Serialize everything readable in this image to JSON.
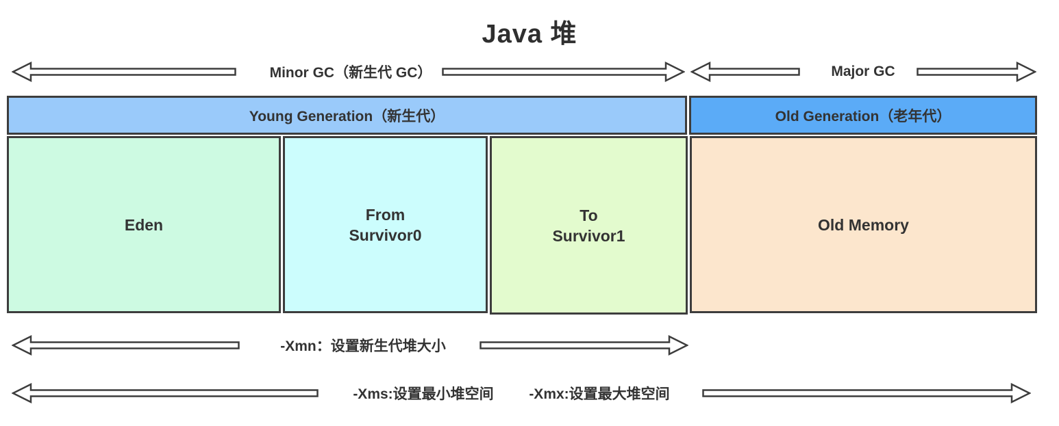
{
  "title": "Java 堆",
  "colors": {
    "border": "#3d3d3d",
    "text": "#333333",
    "young_header": "#9acafa",
    "old_header": "#5babf7",
    "eden": "#cdfae2",
    "from_survivor": "#ccfdfd",
    "to_survivor": "#e3fbce",
    "old_memory": "#fce6cd",
    "arrow_fill": "#ffffff"
  },
  "gc_row": {
    "minor_label": "Minor GC（新生代 GC）",
    "major_label": "Major GC"
  },
  "heap": {
    "young_header": "Young Generation（新生代）",
    "old_header": "Old Generation（老年代）",
    "cells": {
      "eden": "Eden",
      "from_survivor": "From\nSurvivor0",
      "to_survivor": "To\nSurvivor1",
      "old_memory": "Old Memory"
    }
  },
  "params": {
    "xmn_label": "-Xmn：设置新生代堆大小",
    "xms_label": "-Xms:设置最小堆空间",
    "xmx_label": "-Xmx:设置最大堆空间"
  }
}
